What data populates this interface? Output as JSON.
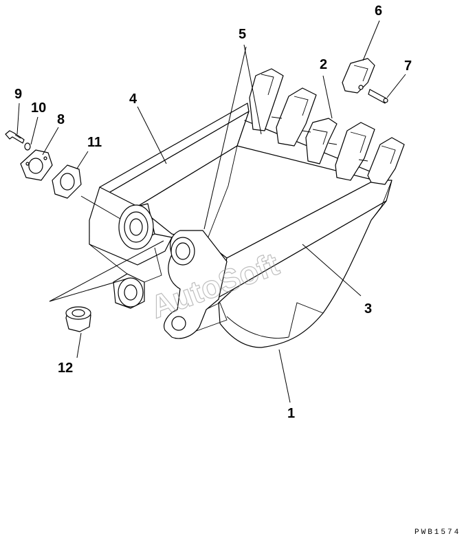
{
  "callouts": [
    {
      "id": "1",
      "text": "1"
    },
    {
      "id": "2",
      "text": "2"
    },
    {
      "id": "3",
      "text": "3"
    },
    {
      "id": "4",
      "text": "4"
    },
    {
      "id": "5",
      "text": "5"
    },
    {
      "id": "6",
      "text": "6"
    },
    {
      "id": "7",
      "text": "7"
    },
    {
      "id": "8",
      "text": "8"
    },
    {
      "id": "9",
      "text": "9"
    },
    {
      "id": "10",
      "text": "10"
    },
    {
      "id": "11",
      "text": "11"
    },
    {
      "id": "12",
      "text": "12"
    }
  ],
  "reference_code": "PWB1574",
  "watermark": "AutoSoft"
}
